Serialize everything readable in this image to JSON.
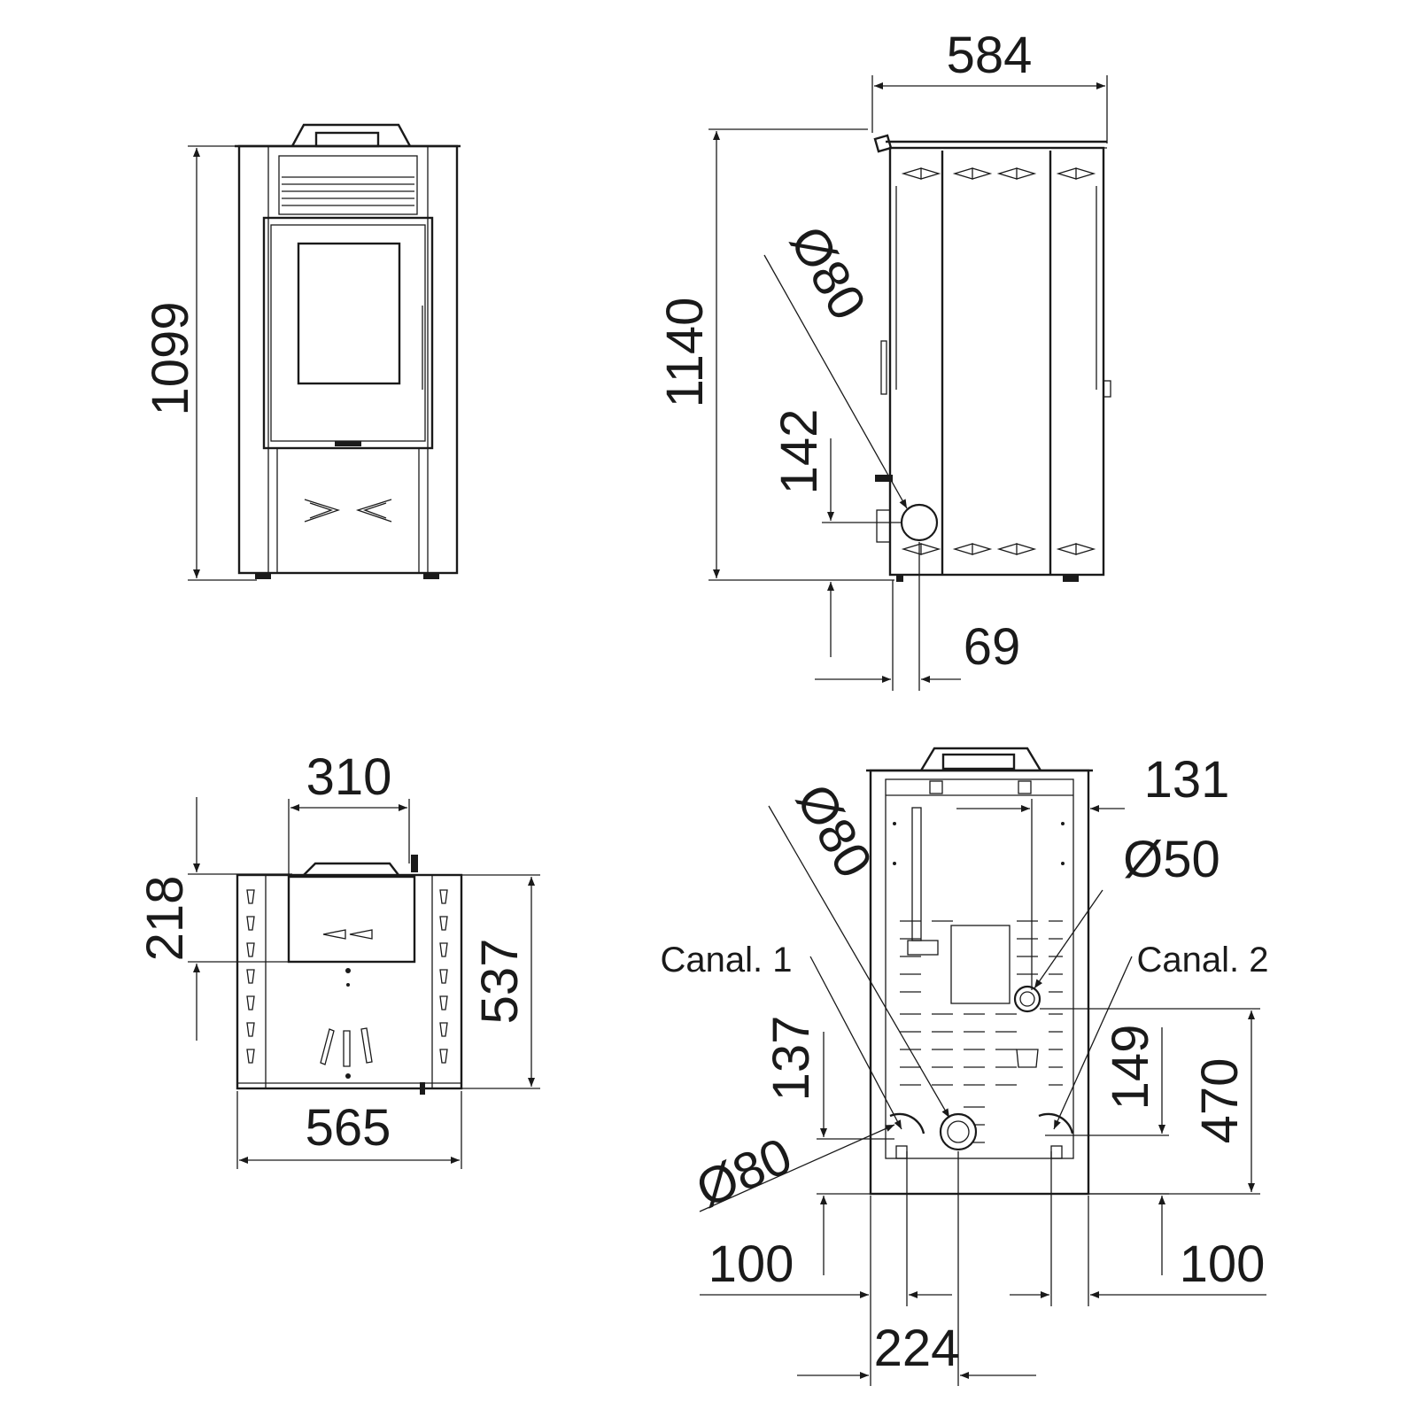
{
  "front_view": {
    "height": "1099"
  },
  "side_view": {
    "depth": "584",
    "height": "1140",
    "flue_diameter": "Ø80",
    "flue_height": "142",
    "flue_offset": "69"
  },
  "top_view": {
    "hopper_width": "310",
    "hopper_depth": "218",
    "width": "565",
    "depth": "537"
  },
  "rear_view": {
    "flue_diameter": "Ø80",
    "top_offset": "131",
    "air_inlet_diameter": "Ø50",
    "channel_1_label": "Canal. 1",
    "channel_2_label": "Canal. 2",
    "channel_1_height": "137",
    "channel_2_height": "149",
    "air_inlet_height": "470",
    "channel_diameter": "Ø80",
    "channel_1_offset": "100",
    "channel_2_offset": "100",
    "flue_offset": "224"
  }
}
